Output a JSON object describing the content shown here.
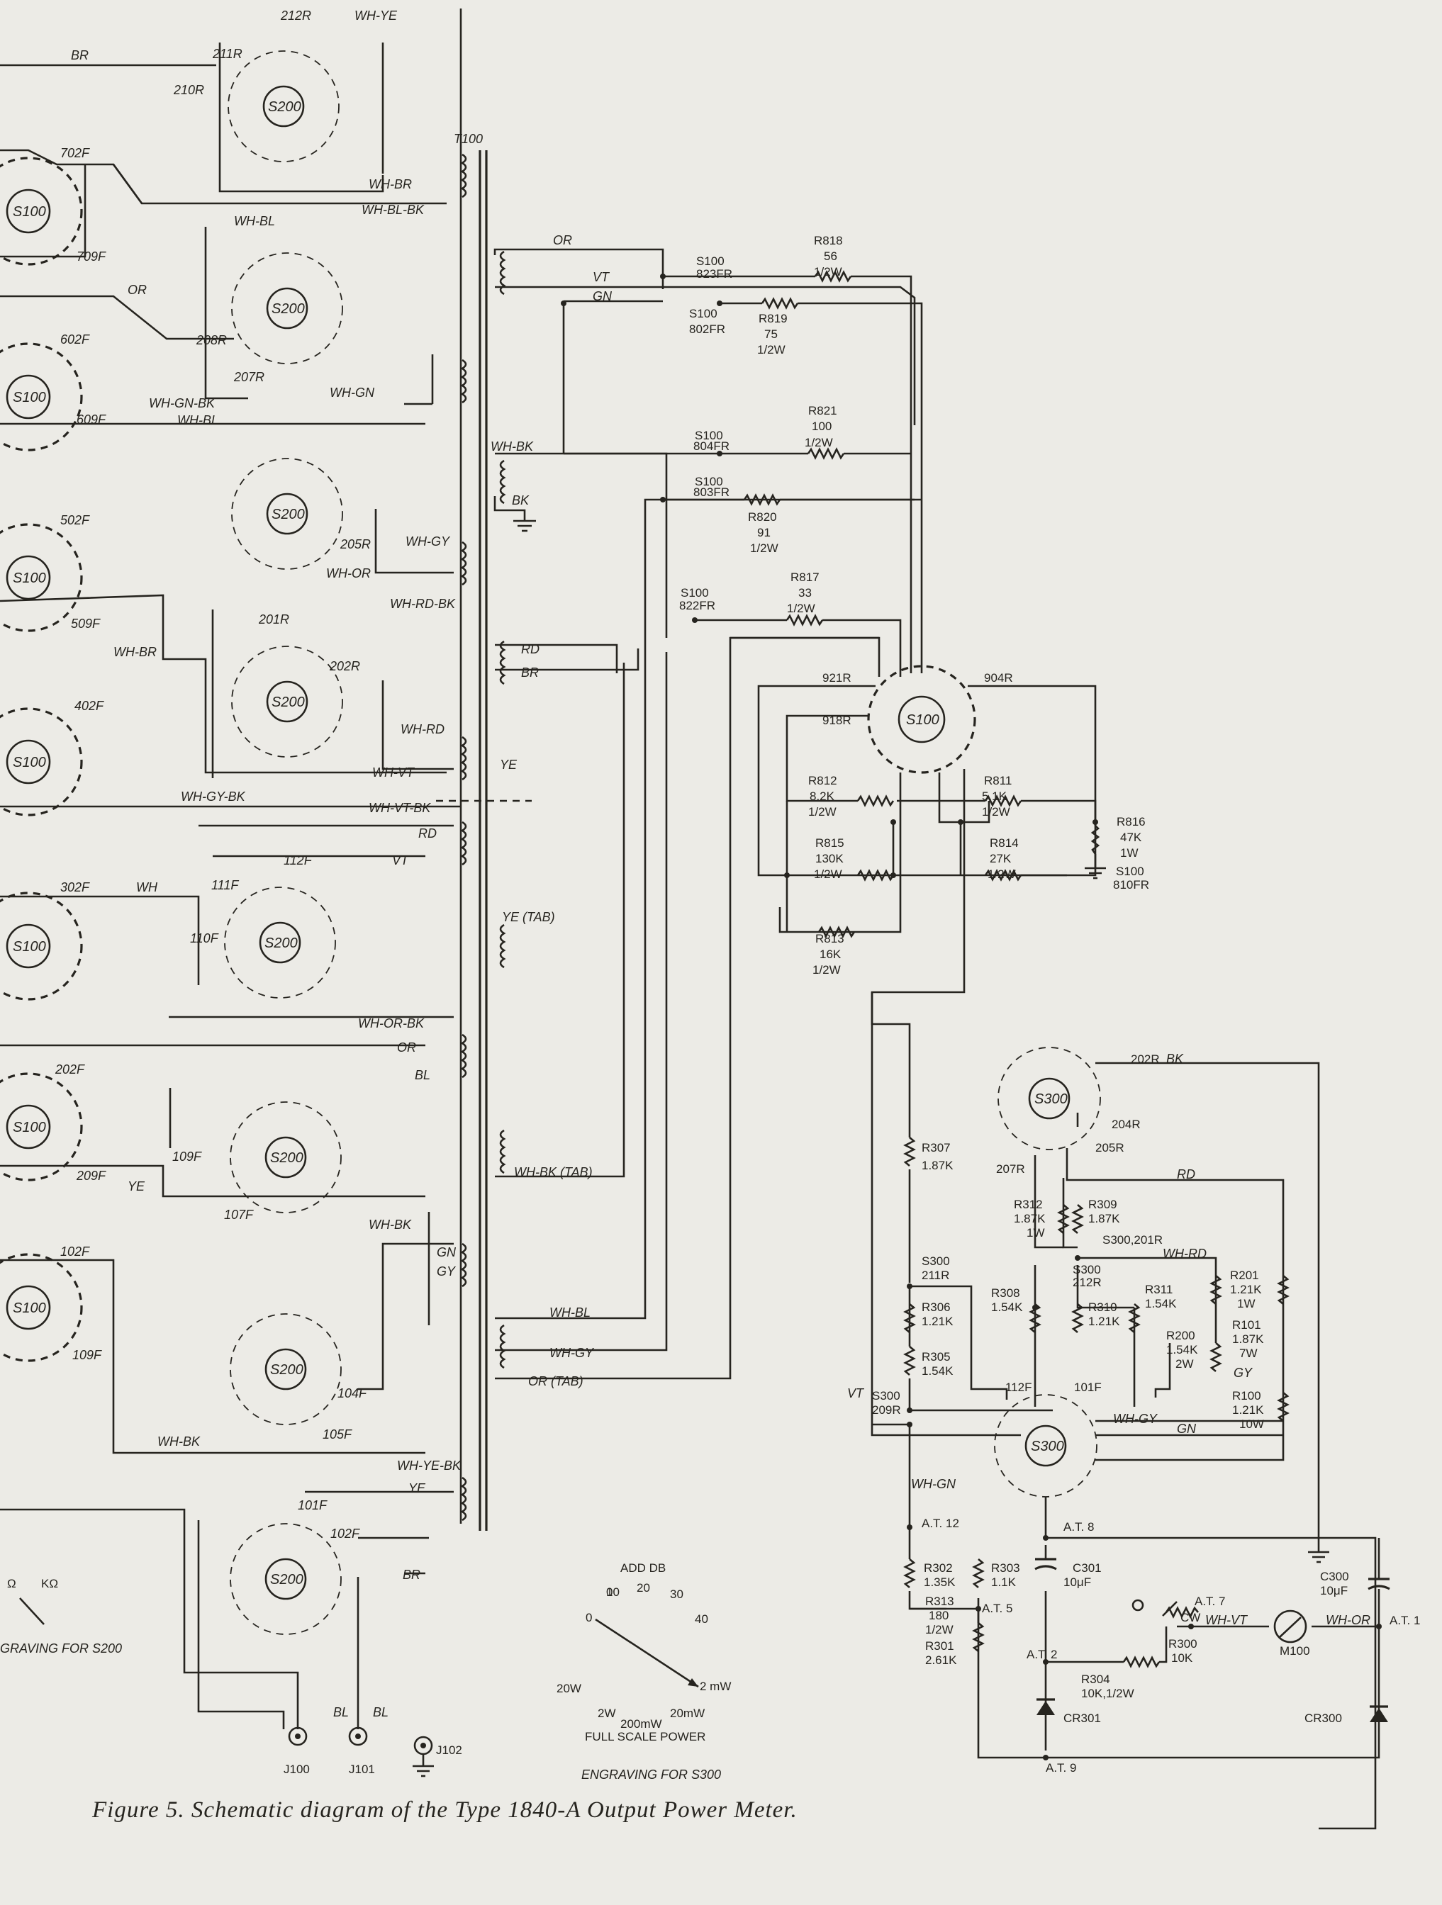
{
  "caption": "Figure 5.  Schematic diagram of the Type 1840-A Output Power Meter.",
  "transformer": "T100",
  "s200_wafers": [
    {
      "top": "212R",
      "left_upper": "211R",
      "left_lower": "210R"
    },
    {
      "left": "208R",
      "bottom": "207R"
    },
    {
      "right": "205R"
    },
    {
      "top": "201R",
      "right": "202R"
    },
    {
      "top": "112F",
      "left_upper": "111F",
      "left_lower": "110F"
    },
    {
      "left": "109F",
      "bottom": "107F"
    },
    {
      "right": "104F",
      "right_lower": "105F"
    },
    {
      "top": "101F",
      "right": "102F"
    }
  ],
  "s100_wafers": [
    {
      "top": "702F",
      "bottom": "709F"
    },
    {
      "top": "602F",
      "bottom": "609F"
    },
    {
      "top": "502F",
      "bottom": "509F"
    },
    {
      "top": "402F"
    },
    {
      "top": "302F"
    },
    {
      "top": "202F",
      "bottom": "209F"
    },
    {
      "top": "102F",
      "bottom": "109F"
    }
  ],
  "left_wires": [
    "BR",
    "WH-YE",
    "WH-BR",
    "WH-BL-BK",
    "WH-BL",
    "OR",
    "WH-GN",
    "WH-GN-BK",
    "WH-BL",
    "WH-GY",
    "WH-OR",
    "WH-RD-BK",
    "WH-BR",
    "WH-RD",
    "WH-VT",
    "WH-GY-BK",
    "WH-VT-BK",
    "RD",
    "WH",
    "VT",
    "WH-OR-BK",
    "OR",
    "BL",
    "YE",
    "WH-BK",
    "GN",
    "GY",
    "WH-BK",
    "WH-YE-BK",
    "YE",
    "BR",
    "BL",
    "BL"
  ],
  "transformer_wires": [
    "OR",
    "VT",
    "GN",
    "WH-BK",
    "BK",
    "RD",
    "BR",
    "YE",
    "YE (TAB)",
    "WH-BK (TAB)",
    "WH-BL",
    "WH-GY",
    "OR (TAB)"
  ],
  "output_resistors": [
    {
      "name": "R818",
      "value": "56",
      "rating": "1/2W"
    },
    {
      "name": "R819",
      "value": "75",
      "rating": "1/2W"
    },
    {
      "name": "R821",
      "value": "100",
      "rating": "1/2W"
    },
    {
      "name": "R820",
      "value": "91",
      "rating": "1/2W"
    },
    {
      "name": "R817",
      "value": "33",
      "rating": "1/2W"
    },
    {
      "name": "R812",
      "value": "8.2K",
      "rating": "1/2W"
    },
    {
      "name": "R811",
      "value": "5.1K",
      "rating": "1/2W"
    },
    {
      "name": "R816",
      "value": "47K",
      "rating": "1W"
    },
    {
      "name": "R815",
      "value": "130K",
      "rating": "1/2W"
    },
    {
      "name": "R814",
      "value": "27K",
      "rating": "1/2W"
    },
    {
      "name": "R813",
      "value": "16K",
      "rating": "1/2W"
    }
  ],
  "s100_taps": [
    "S100",
    "823FR",
    "S100",
    "802FR",
    "S100",
    "804FR",
    "S100",
    "803FR",
    "S100",
    "822FR",
    "921R",
    "904R",
    "918R",
    "S100",
    "810FR"
  ],
  "meter_section": {
    "s300_terms": [
      "202R",
      "204R",
      "205R",
      "207R",
      "S300,201R",
      "S300",
      "211R",
      "S300",
      "212R",
      "S300",
      "209R",
      "112F",
      "101F"
    ],
    "resistors": [
      {
        "name": "R307",
        "value": "1.87K"
      },
      {
        "name": "R312",
        "value": "1.87K",
        "rating": "1W"
      },
      {
        "name": "R309",
        "value": "1.87K"
      },
      {
        "name": "R308",
        "value": "1.54K"
      },
      {
        "name": "R306",
        "value": "1.21K"
      },
      {
        "name": "R310",
        "value": "1.21K"
      },
      {
        "name": "R311",
        "value": "1.54K"
      },
      {
        "name": "R201",
        "value": "1.21K",
        "rating": "1W"
      },
      {
        "name": "R101",
        "value": "1.87K",
        "rating": "7W"
      },
      {
        "name": "R200",
        "value": "1.54K",
        "rating": "2W"
      },
      {
        "name": "R305",
        "value": "1.54K"
      },
      {
        "name": "R100",
        "value": "1.21K",
        "rating": "10W"
      },
      {
        "name": "R302",
        "value": "1.35K"
      },
      {
        "name": "R303",
        "value": "1.1K"
      },
      {
        "name": "R313",
        "value": "180",
        "rating": "1/2W"
      },
      {
        "name": "R301",
        "value": "2.61K"
      },
      {
        "name": "R300",
        "value": "10K"
      },
      {
        "name": "R304",
        "value": "10K,1/2W"
      }
    ],
    "wires": [
      "BK",
      "RD",
      "WH-RD",
      "GY",
      "WH-GY",
      "GN",
      "VT",
      "WH-GN",
      "WH-VT",
      "WH-OR"
    ],
    "capacitors": [
      {
        "name": "C301",
        "value": "10μF"
      },
      {
        "name": "C300",
        "value": "10μF"
      }
    ],
    "test_points": [
      "A.T. 12",
      "A.T. 8",
      "A.T. 5",
      "A.T. 2",
      "A.T. 7",
      "A.T. 1",
      "A.T. 9"
    ],
    "cw": "CW",
    "diodes": [
      "CR301",
      "CR300"
    ],
    "meter": "M100"
  },
  "jacks": [
    "J100",
    "J101",
    "J102"
  ],
  "engraving_s200": {
    "labels": [
      "Ω",
      "KΩ"
    ],
    "caption": "GRAVING FOR S200"
  },
  "engraving_s300": {
    "top": "ADD DB",
    "db_marks": [
      "0",
      "10",
      "20",
      "30",
      "40"
    ],
    "power_marks": [
      "20W",
      "2W",
      "200mW",
      "20mW",
      "2 mW"
    ],
    "legend": "FULL SCALE POWER",
    "caption": "ENGRAVING FOR S300"
  },
  "colors": {
    "ink": "#26241f",
    "paper": "#ecebe6"
  }
}
